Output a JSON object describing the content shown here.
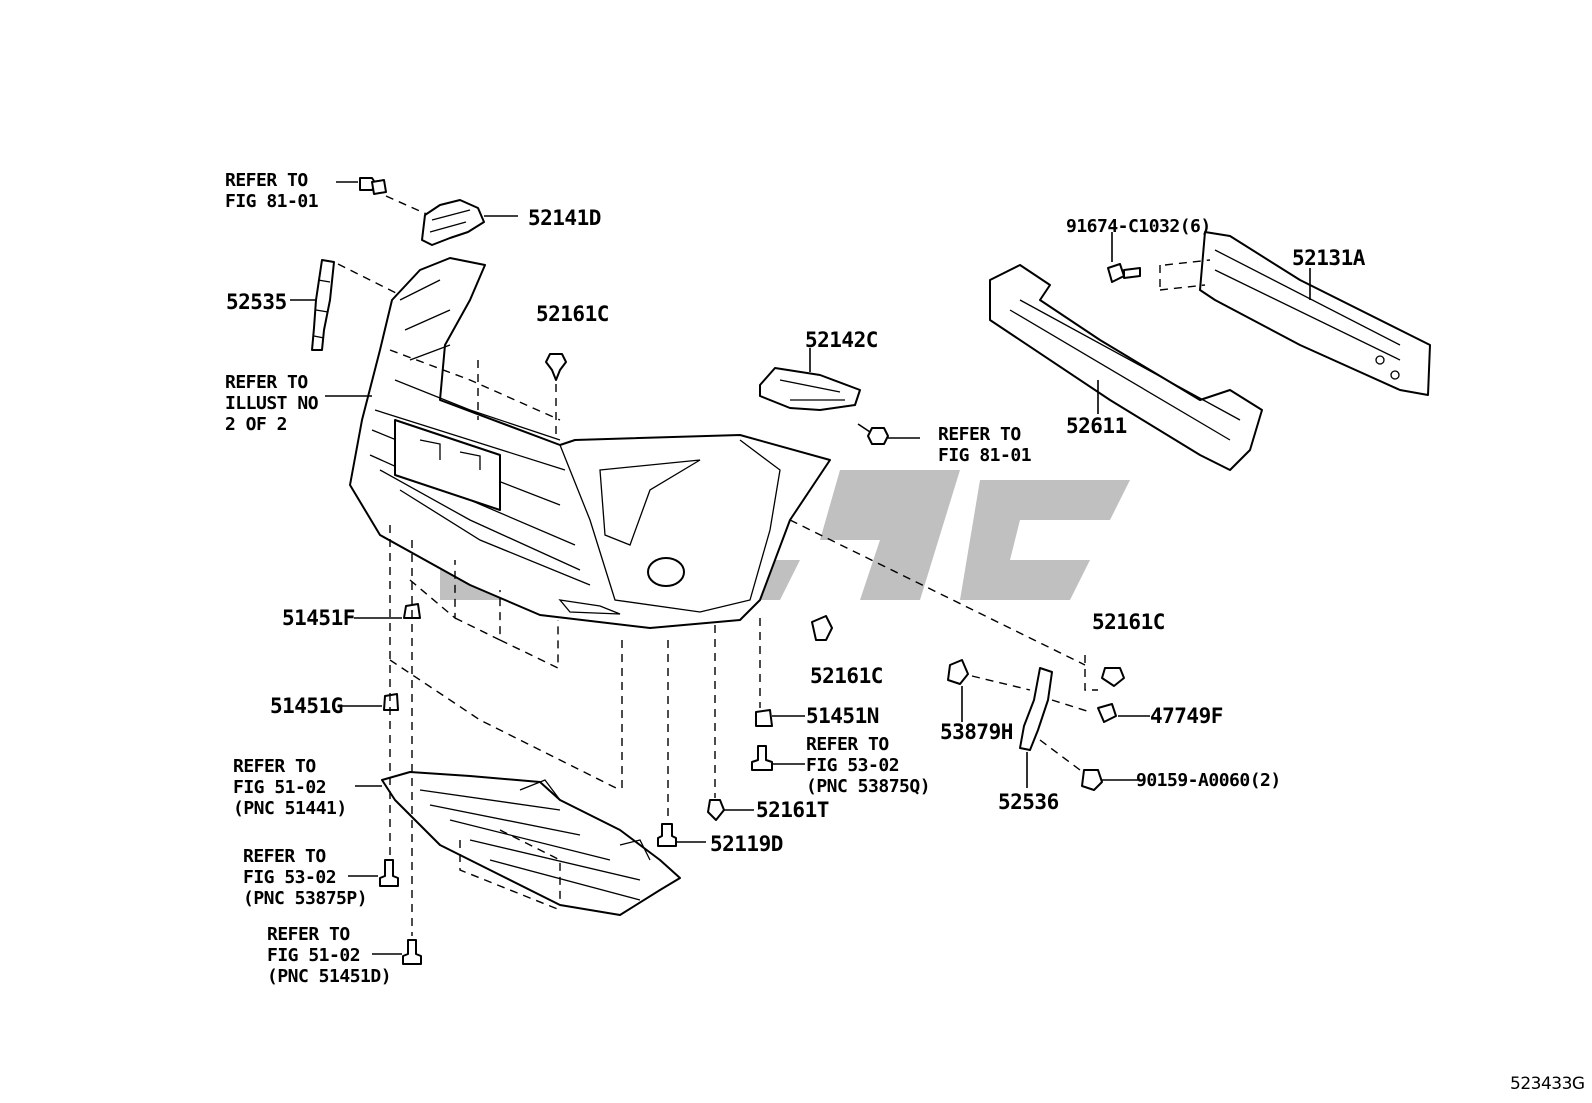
{
  "diagram_id": "523433G",
  "callouts": {
    "refer_81_01_top": "REFER TO\nFIG 81-01",
    "p52141D": "52141D",
    "p52535": "52535",
    "p52161C_top": "52161C",
    "refer_illust": "REFER TO\nILLUST NO\n2 OF 2",
    "p52142C": "52142C",
    "refer_81_01_mid": "REFER TO\nFIG 81-01",
    "p91674": "91674-C1032(6)",
    "p52131A": "52131A",
    "p52611": "52611",
    "p52161C_right": "52161C",
    "p51451F": "51451F",
    "p52161C_mid": "52161C",
    "p53879H": "53879H",
    "p47749F": "47749F",
    "p51451G": "51451G",
    "p51451N": "51451N",
    "refer_53_02_q": "REFER TO\nFIG 53-02\n(PNC 53875Q)",
    "p90159": "90159-A0060(2)",
    "p52536": "52536",
    "refer_51_02_441": "REFER TO\nFIG 51-02\n(PNC 51441)",
    "p52161T": "52161T",
    "p52119D": "52119D",
    "refer_53_02_p": "REFER TO\nFIG 53-02\n(PNC 53875P)",
    "refer_51_02_d": "REFER TO\nFIG 51-02\n(PNC 51451D)"
  }
}
